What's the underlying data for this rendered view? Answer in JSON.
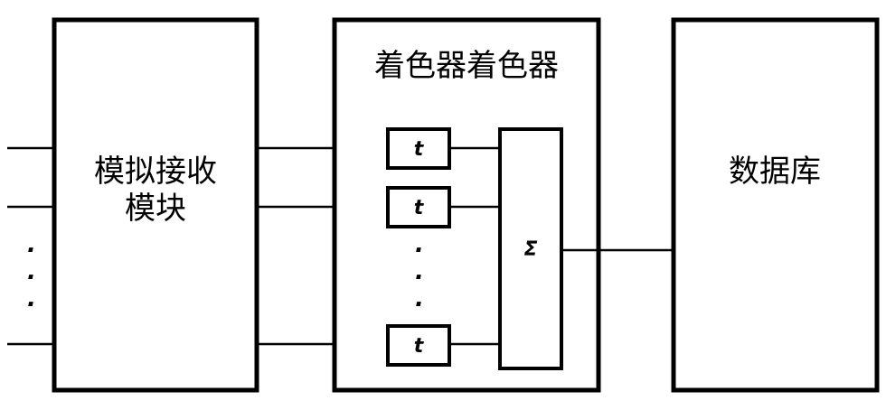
{
  "diagram": {
    "receiver": {
      "line1": "模拟接收",
      "line2": "模块"
    },
    "shader": {
      "title": "着色器着色器",
      "filter_label": "t",
      "sum_label": "Σ"
    },
    "database": {
      "label": "数据库"
    },
    "ellipsis_dot": "."
  }
}
